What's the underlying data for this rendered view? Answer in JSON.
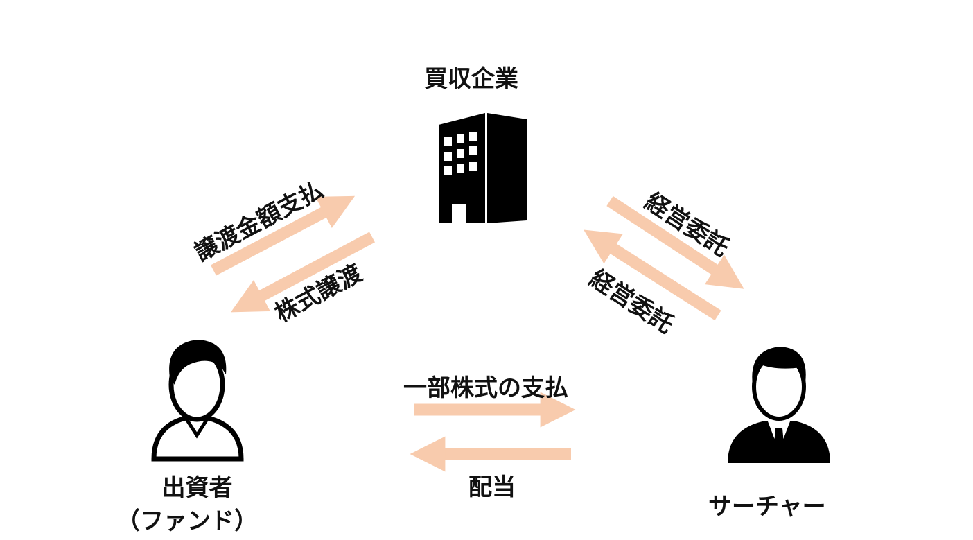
{
  "nodes": {
    "acquirer": {
      "label": "買収企業",
      "icon": "building-icon"
    },
    "investor": {
      "label_line1": "出資者",
      "label_line2": "（ファンド）",
      "icon": "person-icon"
    },
    "searcher": {
      "label": "サーチャー",
      "icon": "businessman-icon"
    }
  },
  "flows": {
    "investor_to_acquirer": "譲渡金額支払",
    "acquirer_to_investor": "株式譲渡",
    "acquirer_to_searcher": "経営委託",
    "searcher_to_acquirer": "経営委託",
    "investor_to_searcher": "一部株式の支払",
    "searcher_to_investor": "配当"
  },
  "colors": {
    "arrow": "#f8cbad",
    "icon": "#000000"
  }
}
